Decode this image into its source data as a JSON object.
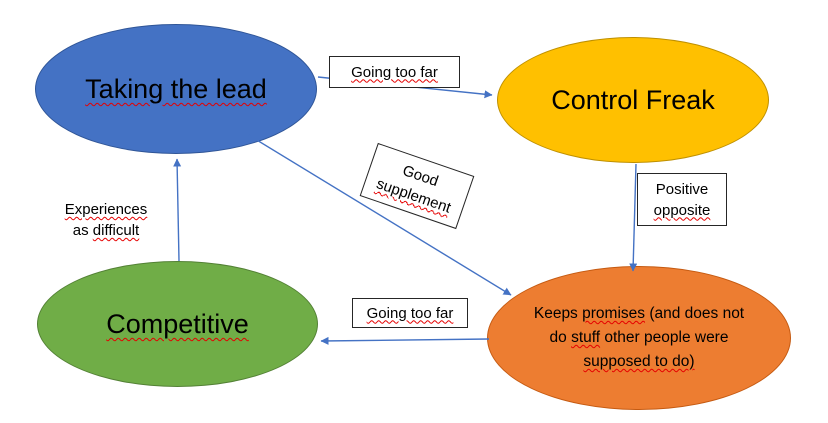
{
  "colors": {
    "node_blue": "#4472C4",
    "node_blue_border": "#2F5597",
    "node_yellow": "#FFC000",
    "node_yellow_border": "#BF9000",
    "node_green": "#70AD47",
    "node_green_border": "#538135",
    "node_orange": "#ED7D31",
    "node_orange_border": "#C55A11",
    "arrow": "#4472C4",
    "squiggle": "#E50000",
    "label_border": "#262626"
  },
  "rich": {
    "taking_the_lead": [
      [
        {
          "t": "Taking the lead",
          "sq": true
        }
      ]
    ],
    "control_freak": [
      [
        {
          "t": "Control Freak",
          "sq": false
        }
      ]
    ],
    "competitive": [
      [
        {
          "t": "Competitive",
          "sq": true
        }
      ]
    ],
    "keeps_promises": [
      [
        {
          "t": "Keeps ",
          "sq": false
        },
        {
          "t": "promises",
          "sq": true
        },
        {
          "t": " (and does not",
          "sq": false
        }
      ],
      [
        {
          "t": "do ",
          "sq": false
        },
        {
          "t": "stuff",
          "sq": true
        },
        {
          "t": " other people were",
          "sq": false
        }
      ],
      [
        {
          "t": "supposed to do)",
          "sq": true
        }
      ]
    ],
    "going_too_far_top": [
      [
        {
          "t": "Going too far",
          "sq": true
        }
      ]
    ],
    "good_supplement": [
      [
        {
          "t": "Good",
          "sq": false
        }
      ],
      [
        {
          "t": "supplement",
          "sq": true
        }
      ]
    ],
    "positive_opposite": [
      [
        {
          "t": "Positive",
          "sq": false
        }
      ],
      [
        {
          "t": "opposite",
          "sq": true
        }
      ]
    ],
    "going_too_far_bottom": [
      [
        {
          "t": "Going too far",
          "sq": true
        }
      ]
    ],
    "experiences_as_difficult": [
      [
        {
          "t": "Experiences",
          "sq": true
        }
      ],
      [
        {
          "t": "as ",
          "sq": false
        },
        {
          "t": "difficult",
          "sq": true
        }
      ]
    ]
  }
}
